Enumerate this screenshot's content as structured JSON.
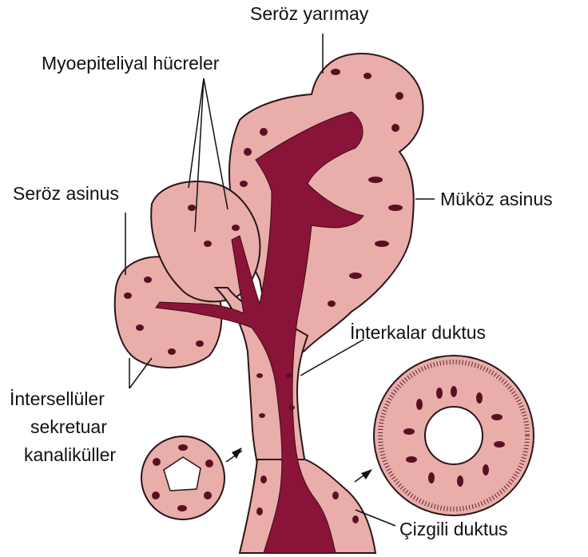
{
  "diagram": {
    "colors": {
      "cell_fill": "#e9aeaa",
      "cell_outline": "#2a1418",
      "nucleus": "#5c0f22",
      "lumen": "#8a1438",
      "background": "#ffffff"
    },
    "labels": {
      "seroz_yarimay": "Seröz yarımay",
      "myoepitel": "Myoepiteliyal hücreler",
      "seroz_asinus": "Seröz asinus",
      "mukoz_asinus": "Müköz asinus",
      "interkalar": "İnterkalar duktus",
      "intersellular_1": "İntersellüler",
      "intersellular_2": "sekretuar",
      "intersellular_3": "kanaliküller",
      "cizgili": "Çizgili duktus"
    }
  }
}
